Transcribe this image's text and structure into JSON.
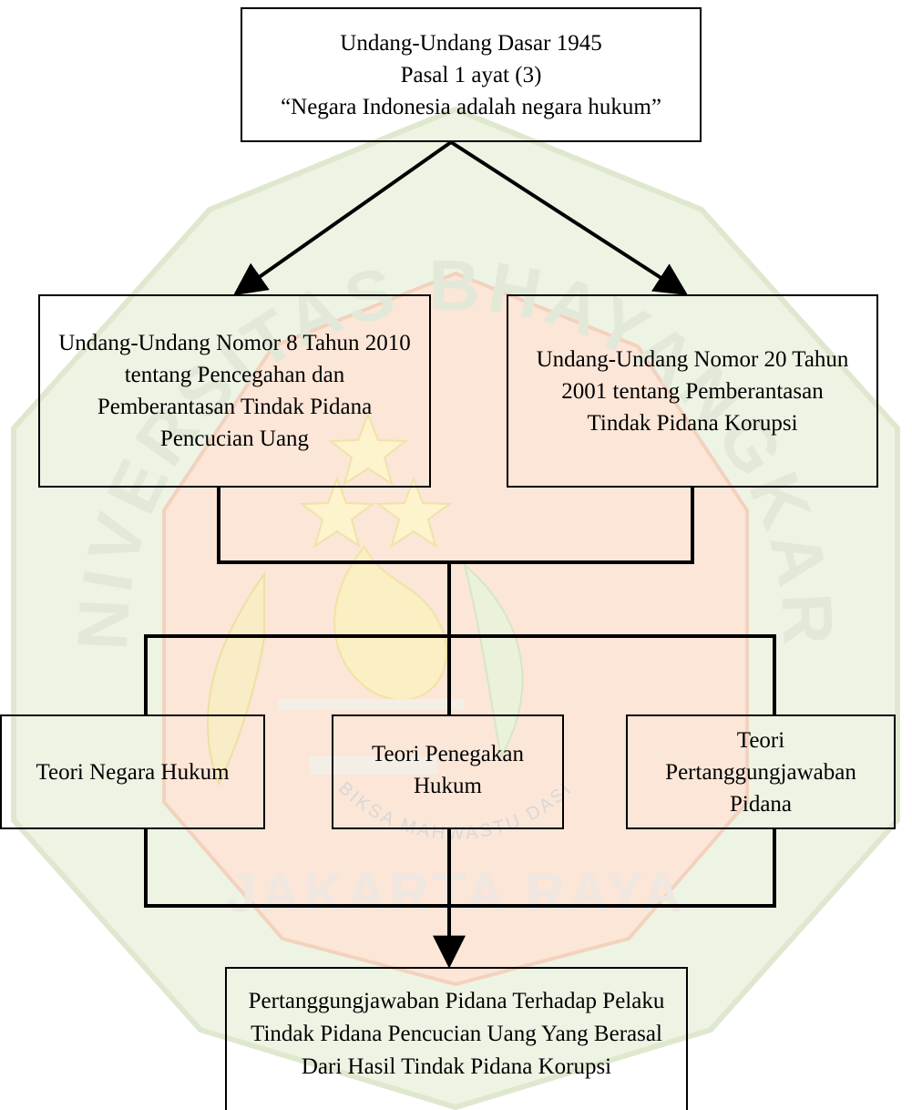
{
  "diagram": {
    "top_box": {
      "text": "Undang-Undang Dasar 1945\nPasal 1 ayat (3)\n“Negara Indonesia adalah negara hukum”"
    },
    "left_law_box": {
      "text": "Undang-Undang Nomor 8 Tahun 2010\ntentang Pencegahan dan\nPemberantasan Tindak Pidana\nPencucian Uang"
    },
    "right_law_box": {
      "text": "Undang-Undang Nomor 20 Tahun\n2001 tentang Pemberantasan\nTindak Pidana Korupsi"
    },
    "theory_boxes": [
      {
        "text": "Teori Negara Hukum"
      },
      {
        "text": "Teori Penegakan\nHukum"
      },
      {
        "text": "Teori Pertanggungjawaban\nPidana"
      }
    ],
    "result_box": {
      "text": "Pertanggungjawaban Pidana Terhadap Pelaku\nTindak Pidana Pencucian Uang Yang Berasal\nDari Hasil Tindak Pidana Korupsi"
    }
  },
  "watermark": {
    "top_text": "UNIVERSITAS BHAYANGKARA",
    "motto": "BIKSA MAHWASTU DASI",
    "bottom_text": "JAKARTA RAYA",
    "colors": {
      "outer_ring": "#e6efd6",
      "inner_shield": "#fbe3d3",
      "star": "#fdf4cf",
      "wheat": "#f7ecc2",
      "text": "#cfd6c4"
    }
  },
  "colors": {
    "line": "#000000",
    "text": "#000000",
    "background": "#ffffff"
  }
}
